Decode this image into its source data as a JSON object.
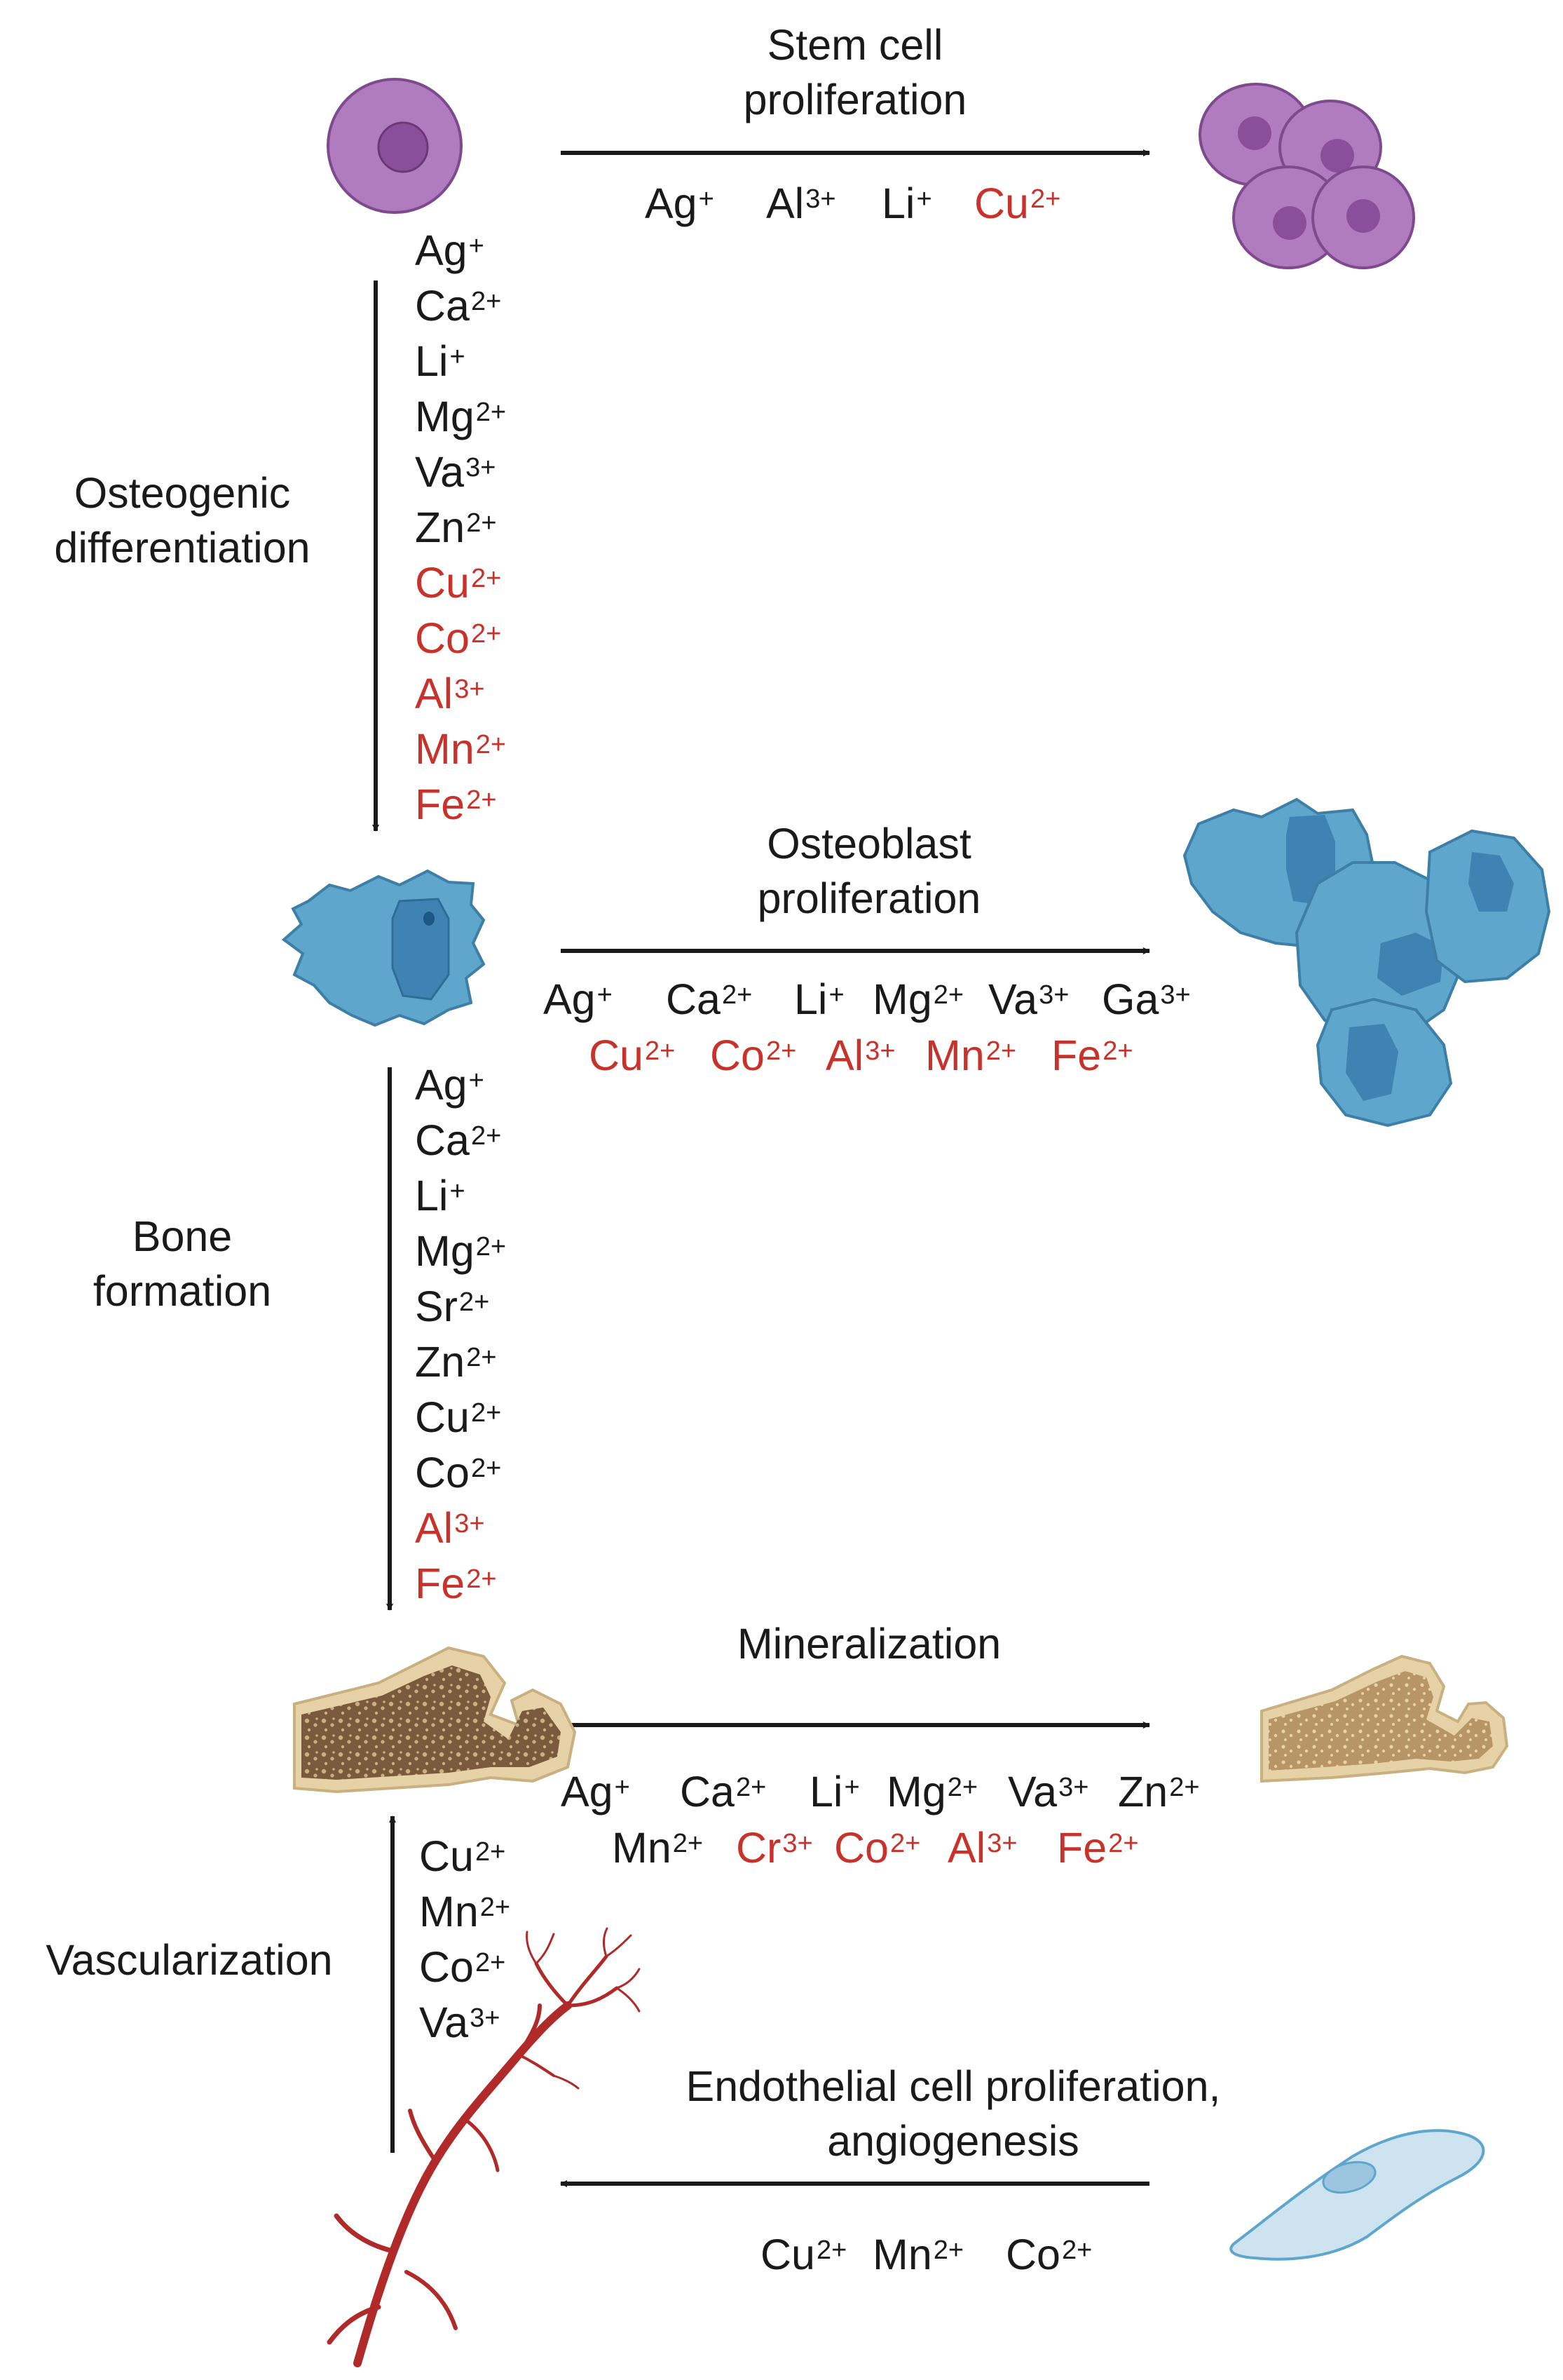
{
  "colors": {
    "text": "#1a1a1a",
    "highlight": "#c9322a",
    "arrow": "#1a1a1a",
    "stem_cell": "#b07cbf",
    "stem_nucleus": "#8a4f9a",
    "osteoblast": "#5fa6cc",
    "osteoblast_nucleus": "#2f78a8",
    "bone_outer": "#e6d2a6",
    "bone_inner": "#7a5a3c",
    "vessel": "#b02a2a",
    "endothelial": "#cde3ef"
  },
  "icons": {
    "stem_cell": "stem-cell-icon",
    "stem_cell_cluster": "stem-cell-cluster-icon",
    "osteoblast": "osteoblast-icon",
    "osteoblast_cluster": "osteoblast-cluster-icon",
    "bone": "bone-icon",
    "mineralized_bone": "mineralized-bone-icon",
    "blood_vessel": "blood-vessel-icon",
    "endothelial_cell": "endothelial-cell-icon"
  },
  "processes": {
    "stem_cell_proliferation": {
      "label": [
        "Stem cell",
        "proliferation"
      ],
      "ions": [
        {
          "symbol": "Ag",
          "charge": "+",
          "highlight": false
        },
        {
          "symbol": "Al",
          "charge": "3+",
          "highlight": false
        },
        {
          "symbol": "Li",
          "charge": "+",
          "highlight": false
        },
        {
          "symbol": "Cu",
          "charge": "2+",
          "highlight": true
        }
      ]
    },
    "osteogenic_differentiation": {
      "label": [
        "Osteogenic",
        "differentiation"
      ],
      "ions": [
        {
          "symbol": "Ag",
          "charge": "+",
          "highlight": false
        },
        {
          "symbol": "Ca",
          "charge": "2+",
          "highlight": false
        },
        {
          "symbol": "Li",
          "charge": "+",
          "highlight": false
        },
        {
          "symbol": "Mg",
          "charge": "2+",
          "highlight": false
        },
        {
          "symbol": "Va",
          "charge": "3+",
          "highlight": false
        },
        {
          "symbol": "Zn",
          "charge": "2+",
          "highlight": false
        },
        {
          "symbol": "Cu",
          "charge": "2+",
          "highlight": true
        },
        {
          "symbol": "Co",
          "charge": "2+",
          "highlight": true
        },
        {
          "symbol": "Al",
          "charge": "3+",
          "highlight": true
        },
        {
          "symbol": "Mn",
          "charge": "2+",
          "highlight": true
        },
        {
          "symbol": "Fe",
          "charge": "2+",
          "highlight": true
        }
      ]
    },
    "osteoblast_proliferation": {
      "label": [
        "Osteoblast",
        "proliferation"
      ],
      "ions_row1": [
        {
          "symbol": "Ag",
          "charge": "+",
          "highlight": false
        },
        {
          "symbol": "Ca",
          "charge": "2+",
          "highlight": false
        },
        {
          "symbol": "Li",
          "charge": "+",
          "highlight": false
        },
        {
          "symbol": "Mg",
          "charge": "2+",
          "highlight": false
        },
        {
          "symbol": "Va",
          "charge": "3+",
          "highlight": false
        },
        {
          "symbol": "Ga",
          "charge": "3+",
          "highlight": false
        }
      ],
      "ions_row2": [
        {
          "symbol": "Cu",
          "charge": "2+",
          "highlight": true
        },
        {
          "symbol": "Co",
          "charge": "2+",
          "highlight": true
        },
        {
          "symbol": "Al",
          "charge": "3+",
          "highlight": true
        },
        {
          "symbol": "Mn",
          "charge": "2+",
          "highlight": true
        },
        {
          "symbol": "Fe",
          "charge": "2+",
          "highlight": true
        }
      ]
    },
    "bone_formation": {
      "label": [
        "Bone",
        "formation"
      ],
      "ions": [
        {
          "symbol": "Ag",
          "charge": "+",
          "highlight": false
        },
        {
          "symbol": "Ca",
          "charge": "2+",
          "highlight": false
        },
        {
          "symbol": "Li",
          "charge": "+",
          "highlight": false
        },
        {
          "symbol": "Mg",
          "charge": "2+",
          "highlight": false
        },
        {
          "symbol": "Sr",
          "charge": "2+",
          "highlight": false
        },
        {
          "symbol": "Zn",
          "charge": "2+",
          "highlight": false
        },
        {
          "symbol": "Cu",
          "charge": "2+",
          "highlight": false
        },
        {
          "symbol": "Co",
          "charge": "2+",
          "highlight": false
        },
        {
          "symbol": "Al",
          "charge": "3+",
          "highlight": true
        },
        {
          "symbol": "Fe",
          "charge": "2+",
          "highlight": true
        }
      ]
    },
    "mineralization": {
      "label": [
        "Mineralization"
      ],
      "ions_row1": [
        {
          "symbol": "Ag",
          "charge": "+",
          "highlight": false
        },
        {
          "symbol": "Ca",
          "charge": "2+",
          "highlight": false
        },
        {
          "symbol": "Li",
          "charge": "+",
          "highlight": false
        },
        {
          "symbol": "Mg",
          "charge": "2+",
          "highlight": false
        },
        {
          "symbol": "Va",
          "charge": "3+",
          "highlight": false
        },
        {
          "symbol": "Zn",
          "charge": "2+",
          "highlight": false
        }
      ],
      "ions_row2": [
        {
          "symbol": "Mn",
          "charge": "2+",
          "highlight": false
        },
        {
          "symbol": "Cr",
          "charge": "3+",
          "highlight": true
        },
        {
          "symbol": "Co",
          "charge": "2+",
          "highlight": true
        },
        {
          "symbol": "Al",
          "charge": "3+",
          "highlight": true
        },
        {
          "symbol": "Fe",
          "charge": "2+",
          "highlight": true
        }
      ]
    },
    "vascularization": {
      "label": [
        "Vascularization"
      ],
      "ions": [
        {
          "symbol": "Cu",
          "charge": "2+",
          "highlight": false
        },
        {
          "symbol": "Mn",
          "charge": "2+",
          "highlight": false
        },
        {
          "symbol": "Co",
          "charge": "2+",
          "highlight": false
        },
        {
          "symbol": "Va",
          "charge": "3+",
          "highlight": false
        }
      ]
    },
    "endothelial_proliferation": {
      "label": [
        "Endothelial cell proliferation,",
        "angiogenesis"
      ],
      "ions": [
        {
          "symbol": "Cu",
          "charge": "2+",
          "highlight": false
        },
        {
          "symbol": "Mn",
          "charge": "2+",
          "highlight": false
        },
        {
          "symbol": "Co",
          "charge": "2+",
          "highlight": false
        }
      ]
    }
  }
}
